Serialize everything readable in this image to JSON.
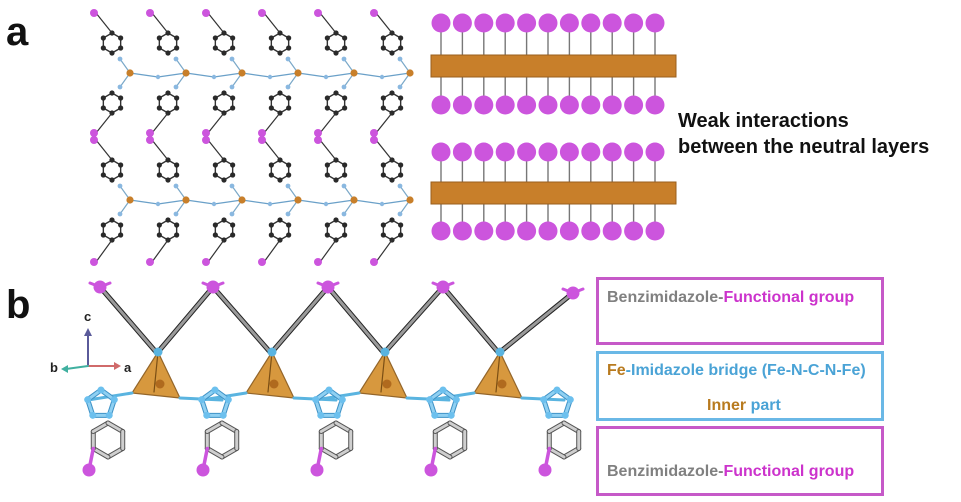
{
  "panel_a": {
    "label": "a",
    "note_line1": "Weak interactions",
    "note_line2": "between the neutral layers"
  },
  "panel_b": {
    "label": "b",
    "axes": {
      "c": "c",
      "b": "b",
      "a": "a"
    },
    "box_top": {
      "part1": "Benzimidazole-",
      "part2": "Functional group"
    },
    "box_mid": {
      "fe": "Fe",
      "bridge": "-Imidazole bridge (Fe-N-C-N-Fe)",
      "inner": "Inner",
      "part": " part"
    },
    "box_bottom": {
      "part1": "Benzimidazole-",
      "part2": "Functional group"
    }
  },
  "colors": {
    "iodine": "#cc55dd",
    "iron": "#c87f2a",
    "carbon_dark": "#2a2a2a",
    "nitrogen_blue": "#5ab4e0",
    "box_magenta": "#c659c8",
    "box_blue": "#6ab8e6",
    "gray_text": "#808080",
    "magenta_text": "#cc33cc",
    "brown_text": "#b87a1e"
  }
}
